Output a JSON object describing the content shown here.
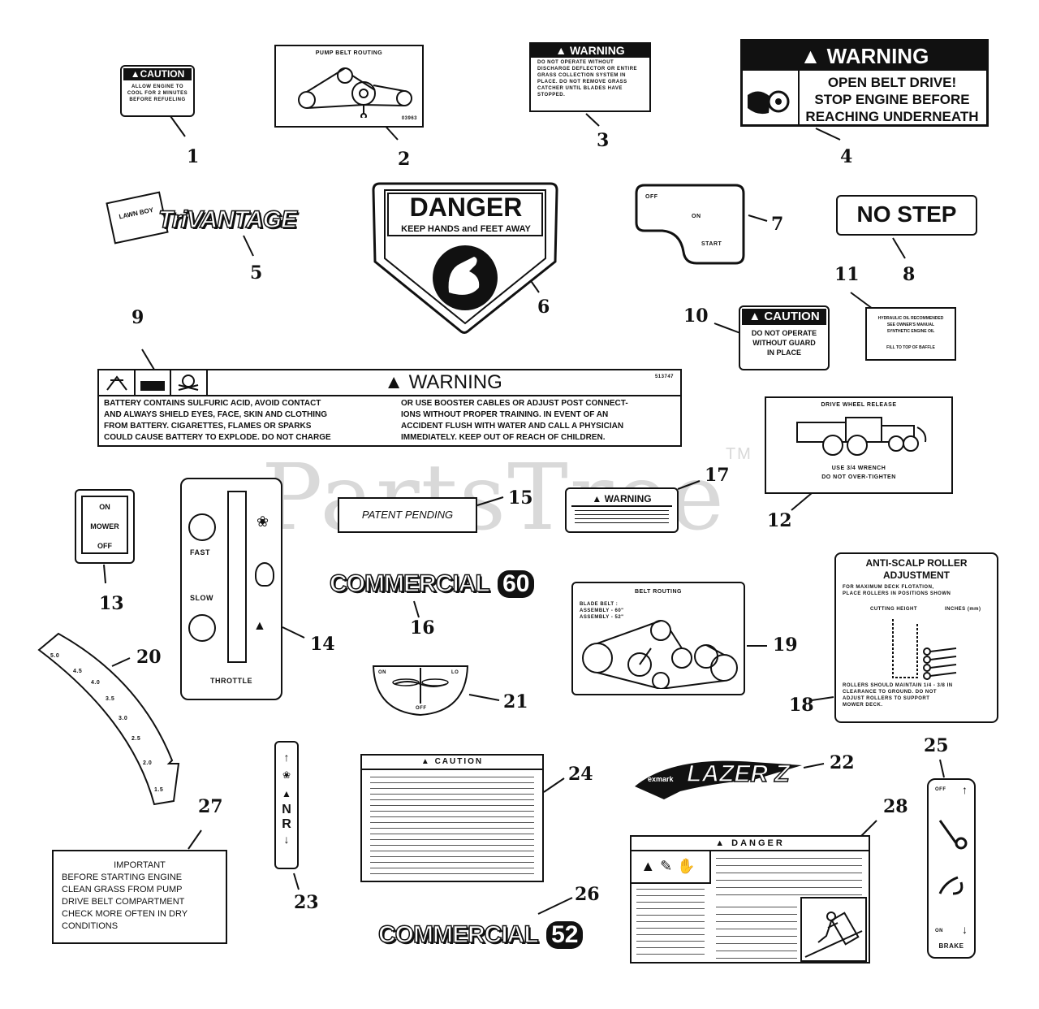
{
  "watermark": {
    "text": "PartsTree",
    "tm": "TM"
  },
  "callouts": {
    "c1": "1",
    "c2": "2",
    "c3": "3",
    "c4": "4",
    "c5": "5",
    "c6": "6",
    "c7": "7",
    "c8": "8",
    "c9": "9",
    "c10": "10",
    "c11": "11",
    "c12": "12",
    "c13": "13",
    "c14": "14",
    "c15": "15",
    "c16": "16",
    "c17": "17",
    "c18": "18",
    "c19": "19",
    "c20": "20",
    "c21": "21",
    "c22": "22",
    "c23": "23",
    "c24": "24",
    "c25": "25",
    "c26": "26",
    "c27": "27",
    "c28": "28"
  },
  "decals": {
    "d1": {
      "header": "CAUTION",
      "body": "ALLOW ENGINE TO COOL FOR 2 MINUTES BEFORE REFUELING"
    },
    "d2": {
      "title": "PUMP BELT ROUTING",
      "code": "03963"
    },
    "d3": {
      "header": "WARNING",
      "body": "DO NOT OPERATE WITHOUT DISCHARGE DEFLECTOR OR ENTIRE GRASS COLLECTION SYSTEM IN PLACE. DO NOT REMOVE GRASS CATCHER UNTIL BLADES HAVE STOPPED."
    },
    "d4": {
      "header": "WARNING",
      "line1": "OPEN BELT DRIVE!",
      "line2": "STOP ENGINE BEFORE",
      "line3": "REACHING UNDERNEATH"
    },
    "d5": {
      "text": "TriVANTAGE",
      "badge": "LAWN BOY"
    },
    "d6": {
      "title": "DANGER",
      "subtitle": "KEEP HANDS and FEET AWAY"
    },
    "d7": {
      "off": "OFF",
      "on": "ON",
      "start": "START"
    },
    "d8": {
      "text": "NO STEP"
    },
    "d9": {
      "header": "WARNING",
      "code": "513747",
      "left_lines": [
        "BATTERY CONTAINS SULFURIC ACID, AVOID CONTACT",
        "AND ALWAYS SHIELD EYES, FACE, SKIN AND CLOTHING",
        "FROM BATTERY.  CIGARETTES, FLAMES OR SPARKS",
        "COULD CAUSE BATTERY TO EXPLODE.  DO NOT CHARGE"
      ],
      "right_lines": [
        "OR USE BOOSTER CABLES OR ADJUST POST CONNECT-",
        "IONS WITHOUT PROPER TRAINING.  IN EVENT OF AN",
        "ACCIDENT FLUSH WITH WATER AND CALL A PHYSICIAN",
        "IMMEDIATELY.  KEEP OUT OF REACH OF CHILDREN."
      ]
    },
    "d10": {
      "header": "CAUTION",
      "line1": "DO NOT OPERATE",
      "line2": "WITHOUT GUARD",
      "line3": "IN PLACE"
    },
    "d11": {
      "line1": "HYDRAULIC OIL RECOMMENDED",
      "line2": "SEE OWNER'S MANUAL",
      "line3": "SYNTHETIC ENGINE OIL",
      "line4": "FILL TO TOP OF BAFFLE"
    },
    "d12": {
      "title": "DRIVE WHEEL RELEASE",
      "line1": "USE 3/4 WRENCH",
      "line2": "DO NOT OVER-TIGHTEN"
    },
    "d13": {
      "on": "ON",
      "mower": "MOWER",
      "off": "OFF"
    },
    "d14": {
      "fast": "FAST",
      "slow": "SLOW",
      "throttle": "THROTTLE"
    },
    "d15": {
      "text": "PATENT PENDING"
    },
    "d16": {
      "word": "COMMERCIAL",
      "model": "60"
    },
    "d17": {
      "header": "WARNING"
    },
    "d18": {
      "title1": "ANTI-SCALP ROLLER",
      "title2": "ADJUSTMENT",
      "intro1": "FOR MAXIMUM DECK FLOTATION,",
      "intro2": "PLACE ROLLERS IN POSITIONS SHOWN",
      "col1": "CUTTING HEIGHT",
      "col2": "INCHES (mm)",
      "foot1": "ROLLERS SHOULD MAINTAIN 1/4 - 3/8 IN",
      "foot2": "CLEARANCE TO GROUND.  DO NOT",
      "foot3": "ADJUST ROLLERS TO SUPPORT",
      "foot4": "MOWER DECK."
    },
    "d19": {
      "title": "BELT ROUTING",
      "sub1": "BLADE BELT :",
      "sub2": "ASSEMBLY - 60\"",
      "sub3": "ASSEMBLY - 52\""
    },
    "d20": {
      "ticks": [
        "5.0",
        "4.5",
        "4.0",
        "3.5",
        "3.0",
        "2.5",
        "2.0",
        "1.5"
      ]
    },
    "d21": {
      "left": "ON",
      "right": "LO",
      "bottom": "OFF"
    },
    "d22": {
      "text": "LAZER Z",
      "brand": "exmark"
    },
    "d23": {
      "n": "N",
      "r": "R"
    },
    "d24": {
      "header": "CAUTION"
    },
    "d25": {
      "off": "OFF",
      "on": "ON",
      "brake": "BRAKE"
    },
    "d26": {
      "word": "COMMERCIAL",
      "model": "52"
    },
    "d27": {
      "lines": [
        "IMPORTANT",
        "BEFORE STARTING ENGINE",
        "CLEAN GRASS FROM PUMP",
        "DRIVE BELT COMPARTMENT",
        "CHECK MORE OFTEN IN DRY",
        "CONDITIONS"
      ]
    },
    "d28": {
      "header": "DANGER"
    }
  }
}
